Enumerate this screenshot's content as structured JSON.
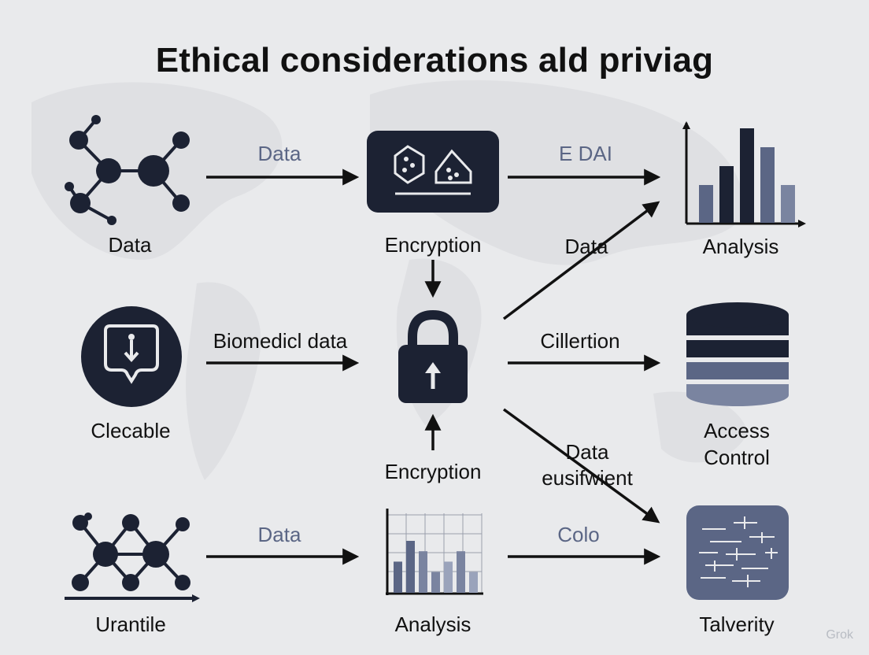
{
  "title": "Ethical considerations ald priviag",
  "nodes": {
    "data_molecule": "Data",
    "encryption_top": "Encryption",
    "analysis_top": "Analysis",
    "clecable": "Clecable",
    "access_control_line1": "Access",
    "access_control_line2": "Control",
    "encryption_bottom": "Encryption",
    "urantile": "Urantile",
    "analysis_bottom": "Analysis",
    "talverity": "Talverity"
  },
  "edges": {
    "data_to_encryption": "Data",
    "encryption_to_analysis": "E DAI",
    "lock_to_analysis": "Data",
    "clecable_to_lock": "Biomedicl data",
    "lock_to_storage": "Cillertion",
    "lock_to_talverity_line1": "Data",
    "lock_to_talverity_line2": "eusifwient",
    "urantile_to_analysis": "Data",
    "analysis_to_talverity": "Colo"
  },
  "watermark": "Grok",
  "colors": {
    "background": "#e9eaec",
    "dark_navy": "#1c2233",
    "slate": "#5b6685",
    "light_slate": "#7a84a0"
  },
  "chart_data": [
    {
      "type": "bar",
      "values": [
        2,
        3,
        5,
        4,
        2
      ]
    },
    {
      "type": "bar",
      "values": [
        3,
        5,
        4,
        2,
        3,
        4,
        2
      ]
    }
  ]
}
